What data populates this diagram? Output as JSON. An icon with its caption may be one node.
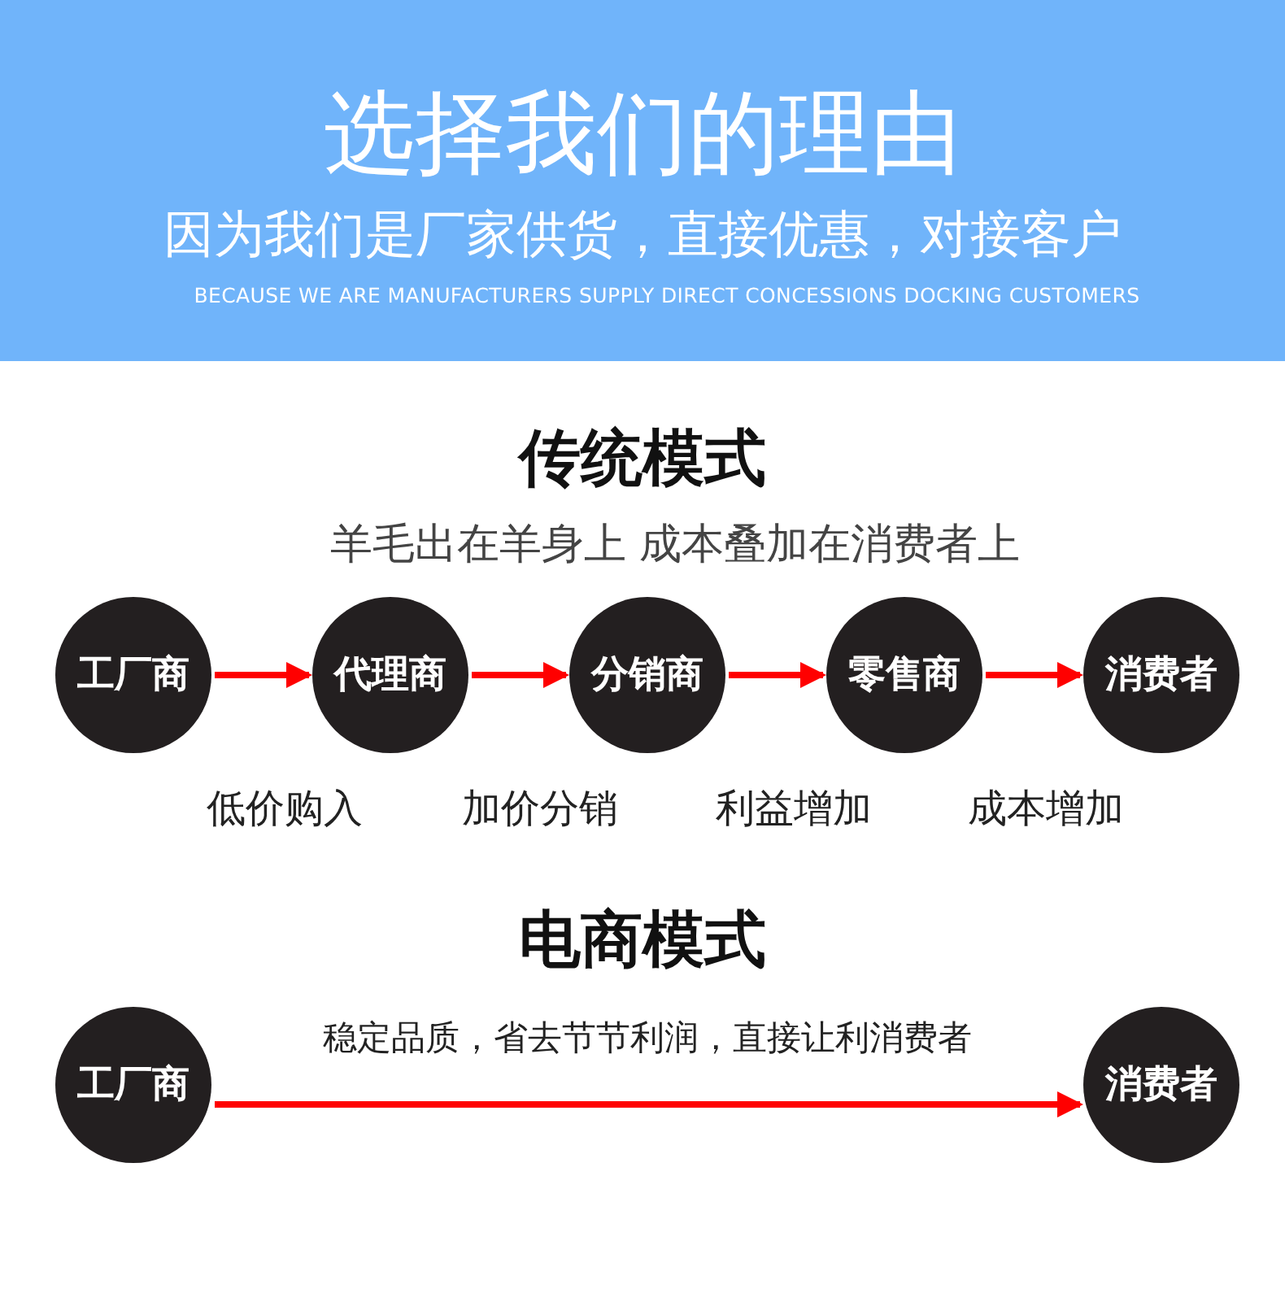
{
  "diagram": {
    "title": "选择我们的理由",
    "nodes": [
      {
        "text": [
          "工厂商"
        ]
      },
      {
        "text": [
          "代理商"
        ]
      },
      {
        "text": [
          "分销商"
        ]
      },
      {
        "text": [
          "零售商"
        ]
      },
      {
        "text": [
          "消费者"
        ]
      },
      {
        "text": [
          "工厂商"
        ]
      },
      {
        "text": [
          "消费者"
        ]
      }
    ],
    "edges": [
      {
        "from": 0,
        "to": 1,
        "arrow": "to"
      },
      {
        "from": 1,
        "to": 2,
        "arrow": "to"
      },
      {
        "from": 2,
        "to": 3,
        "arrow": "to"
      },
      {
        "from": 3,
        "to": 4,
        "arrow": "to"
      },
      {
        "from": 5,
        "to": 6,
        "arrow": "to",
        "label": "稳定品质，省去节节利润，直接让利消费者"
      }
    ],
    "labels": [
      "因为我们是厂家供货，直接优惠，对接客户",
      "BECAUSE WE ARE  MANUFACTURERS SUPPLY DIRECT CONCESSIONS DOCKING CUSTOMERS",
      "传统模式",
      "羊毛出在羊身上 成本叠加在消费者上",
      "低价购入",
      "加价分销",
      "利益增加",
      "成本增加",
      "电商模式"
    ]
  }
}
